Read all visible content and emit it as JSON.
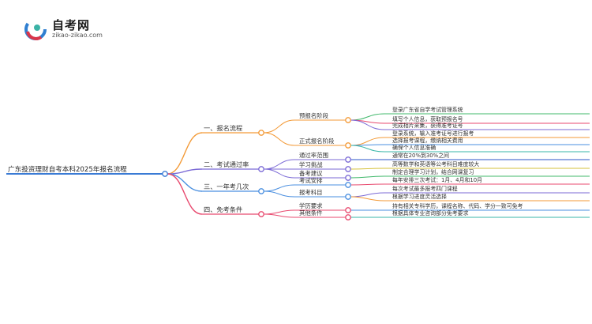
{
  "logo": {
    "title": "自考网",
    "url": "zikao-zikao.com",
    "icon": "zikao-logo-icon",
    "colors": {
      "blue": "#2f7fd1",
      "red": "#d9364a",
      "teal": "#3bb3a6"
    }
  },
  "root": "广东投资理财自考本科2025年报名流程",
  "colors": {
    "root_line": "#3a7bd5",
    "branches": [
      "#f39a37",
      "#7b6ad6",
      "#4a8fe0",
      "#e84a6f"
    ],
    "leaf_lines": [
      "#40b86b",
      "#e84a6f",
      "#7b6ad6",
      "#f39a37",
      "#4a8fe0",
      "#3ab7a8",
      "#2b55c9",
      "#d6c23b"
    ]
  },
  "branches": [
    {
      "label": "一、报名流程",
      "children": [
        {
          "label": "预报名阶段",
          "leaves": [
            "登录广东省自学考试管理系统",
            "填写个人信息，获取预报名号",
            "完成相片采集，获得准考证号"
          ]
        },
        {
          "label": "正式报名阶段",
          "leaves": [
            "登录系统，输入准考证号进行报考",
            "选择报考课程，缴纳相关费用",
            "确保个人信息准确"
          ]
        }
      ]
    },
    {
      "label": "二、考试通过率",
      "children": [
        {
          "label": "通过率范围",
          "leaves": [
            "通常在20%到30%之间"
          ]
        },
        {
          "label": "学习挑战",
          "leaves": [
            "高等数学和英语等公考科目难度较大"
          ]
        },
        {
          "label": "备考建议",
          "leaves": [
            "制定合理学习计划，结合网课复习"
          ]
        }
      ]
    },
    {
      "label": "三、一年考几次",
      "children": [
        {
          "label": "考试安排",
          "leaves": [
            "每年安排三次考试：1月、4月和10月"
          ]
        },
        {
          "label": "报考科目",
          "leaves": [
            "每次考试最多报考四门课程",
            "根据学习进度灵活选择"
          ]
        }
      ]
    },
    {
      "label": "四、免考条件",
      "children": [
        {
          "label": "学历要求",
          "leaves": [
            "持有相关专科学历，课程名称、代码、学分一致可免考"
          ]
        },
        {
          "label": "其他条件",
          "leaves": [
            "根据具体专业咨询部分免考要求"
          ]
        }
      ]
    }
  ]
}
